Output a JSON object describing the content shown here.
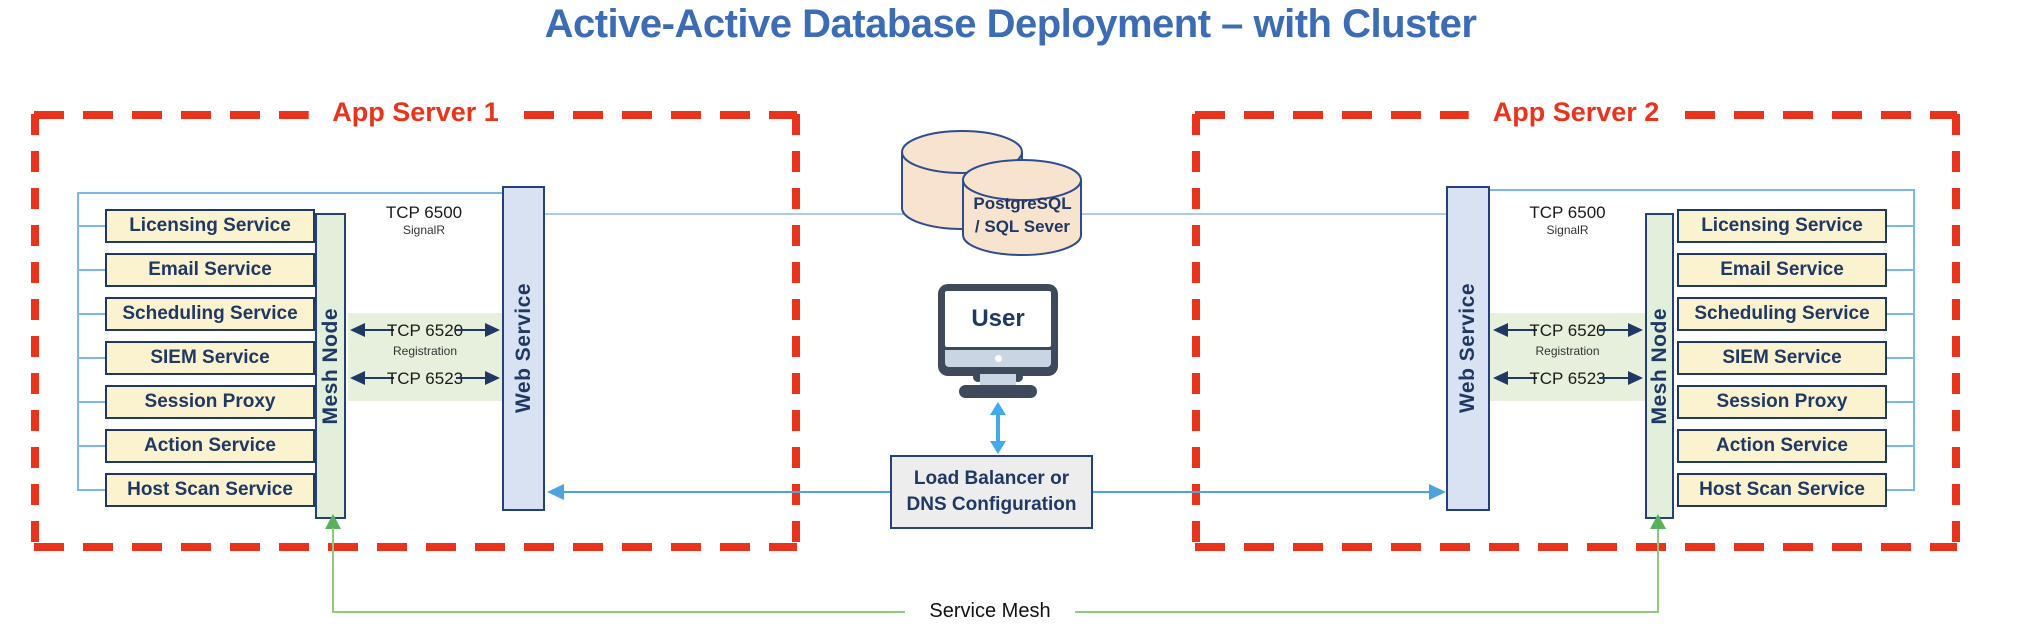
{
  "title": "Active-Active Database Deployment – with Cluster",
  "app_servers": [
    {
      "label": "App Server 1",
      "mesh_node_label": "Mesh Node",
      "web_service_label": "Web Service",
      "signalr_port": "TCP 6500",
      "signalr_label": "SignalR",
      "registration_port": "TCP 6520",
      "registration_label": "Registration",
      "second_port": "TCP 6523",
      "services": [
        "Licensing Service",
        "Email Service",
        "Scheduling Service",
        "SIEM Service",
        "Session Proxy",
        "Action Service",
        "Host Scan Service"
      ]
    },
    {
      "label": "App Server 2",
      "mesh_node_label": "Mesh Node",
      "web_service_label": "Web Service",
      "signalr_port": "TCP 6500",
      "signalr_label": "SignalR",
      "registration_port": "TCP 6520",
      "registration_label": "Registration",
      "second_port": "TCP 6523",
      "services": [
        "Licensing Service",
        "Email Service",
        "Scheduling Service",
        "SIEM Service",
        "Session Proxy",
        "Action Service",
        "Host Scan Service"
      ]
    }
  ],
  "database": {
    "line1": "PostgreSQL",
    "line2": "/ SQL Sever"
  },
  "user_label": "User",
  "load_balancer": {
    "line1": "Load Balancer or",
    "line2": "DNS Configuration"
  },
  "service_mesh_label": "Service Mesh",
  "colors": {
    "title_blue": "#3B6CB4",
    "accent_red": "#E8341C",
    "navy": "#1F3864",
    "service_fill": "#FBF2D0",
    "mesh_node_fill": "#E2EFDA",
    "web_service_fill": "#D9E2F3",
    "database_fill": "#F8E4CE",
    "load_balancer_fill": "#EDEDED",
    "connector_light_blue": "#7EB6E4",
    "connector_arrow_blue": "#4DA3DE",
    "service_mesh_green": "#8FC97E",
    "user_arrow_blue": "#41AAE8"
  }
}
